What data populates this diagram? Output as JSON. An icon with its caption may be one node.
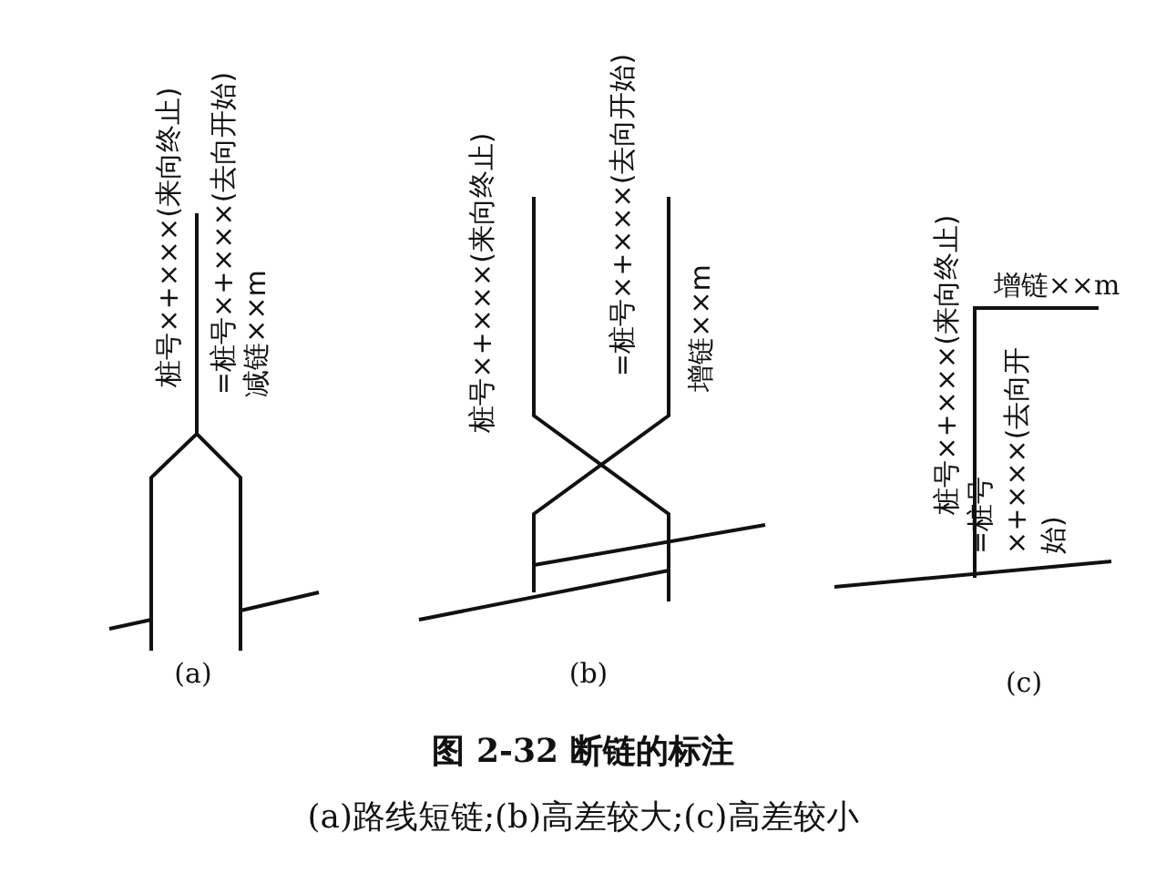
{
  "diagram": {
    "title": "图 2-32 断链的标注",
    "caption": "(a)路线短链;(b)高差较大;(c)高差较小",
    "labels": [
      "桩号×+×××(来向终止)",
      "=桩号×+×××(去向开始)",
      "减链××m",
      "(a)",
      "桩号×+×××(来向终止)",
      "=桩号×+×××(去向开始)",
      "增链××m",
      "(b)",
      "增链××m",
      "桩号×+×××(来向终止)",
      "=桩号×+×××(去向开始)",
      "(c)"
    ]
  }
}
